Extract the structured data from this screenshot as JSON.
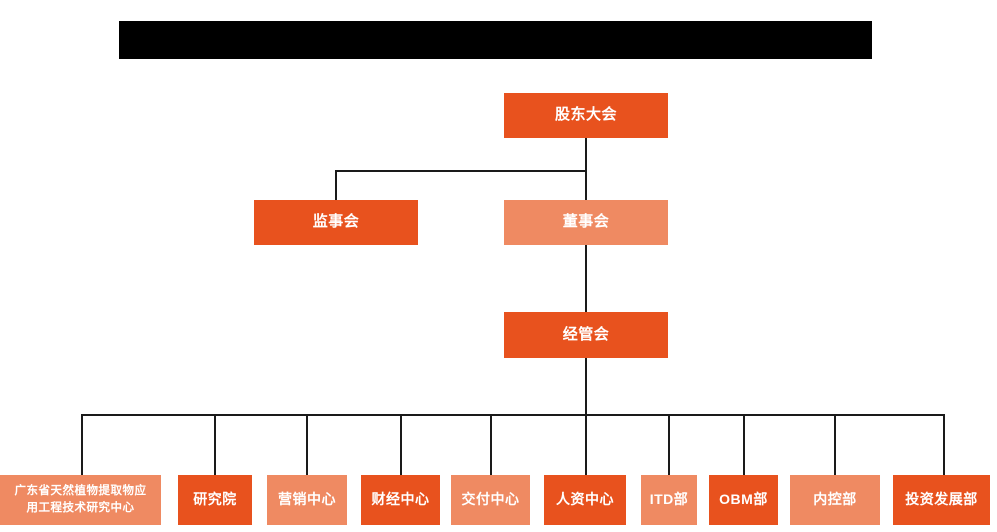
{
  "diagram": {
    "type": "org-chart",
    "title_bar": {
      "label": "",
      "redacted": true,
      "color": "#000000"
    },
    "colors": {
      "accent_dark": "#E8521E",
      "accent_light": "#EF8A62",
      "connector": "#1a1a1a",
      "background": "#ffffff",
      "text": "#ffffff"
    },
    "levels": {
      "level1": [
        {
          "id": "shareholders",
          "label": "股东大会",
          "tone": "dark"
        }
      ],
      "level2": [
        {
          "id": "supervisory",
          "label": "监事会",
          "tone": "dark"
        },
        {
          "id": "board",
          "label": "董事会",
          "tone": "light"
        }
      ],
      "level3": [
        {
          "id": "management",
          "label": "经管会",
          "tone": "dark"
        }
      ],
      "departments": [
        {
          "id": "gd-research-center",
          "label": "广东省天然植物提取物应用工程技术研究中心",
          "line1": "广东省天然植物提取物应",
          "line2": "用工程技术研究中心",
          "tone": "light"
        },
        {
          "id": "research-institute",
          "label": "研究院",
          "tone": "dark"
        },
        {
          "id": "marketing-center",
          "label": "营销中心",
          "tone": "light"
        },
        {
          "id": "finance-center",
          "label": "财经中心",
          "tone": "dark"
        },
        {
          "id": "delivery-center",
          "label": "交付中心",
          "tone": "light"
        },
        {
          "id": "hr-center",
          "label": "人资中心",
          "tone": "dark"
        },
        {
          "id": "itd-dept",
          "label": "ITD部",
          "tone": "light"
        },
        {
          "id": "obm-dept",
          "label": "OBM部",
          "tone": "dark"
        },
        {
          "id": "internal-control-dept",
          "label": "内控部",
          "tone": "light"
        },
        {
          "id": "investment-development-dept",
          "label": "投资发展部",
          "tone": "dark"
        }
      ]
    }
  }
}
